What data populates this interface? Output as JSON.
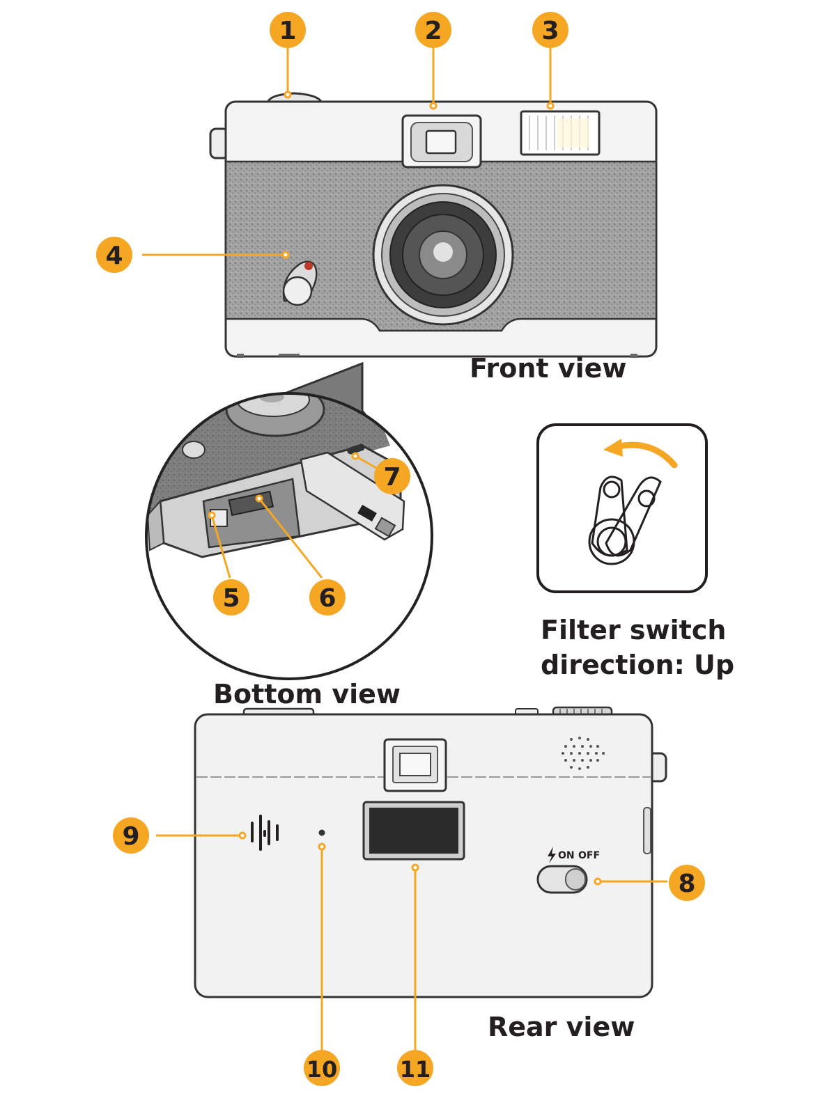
{
  "colors": {
    "accent": "#f5a623",
    "ink": "#231f20",
    "body_light": "#f1f1f1",
    "leather": "#9a9a9a",
    "screen": "#2b2b2b"
  },
  "views": {
    "front": "Front view",
    "bottom": "Bottom view",
    "rear": "Rear view",
    "filter_line1": "Filter switch",
    "filter_line2": "direction: Up"
  },
  "flash_switch": {
    "on": "ON",
    "off": "OFF"
  },
  "callouts": [
    "1",
    "2",
    "3",
    "4",
    "5",
    "6",
    "7",
    "8",
    "9",
    "10",
    "11"
  ],
  "icons": [
    "flash-bolt-icon",
    "filter-switch-icon",
    "curved-arrow-icon",
    "microphone-icon"
  ]
}
